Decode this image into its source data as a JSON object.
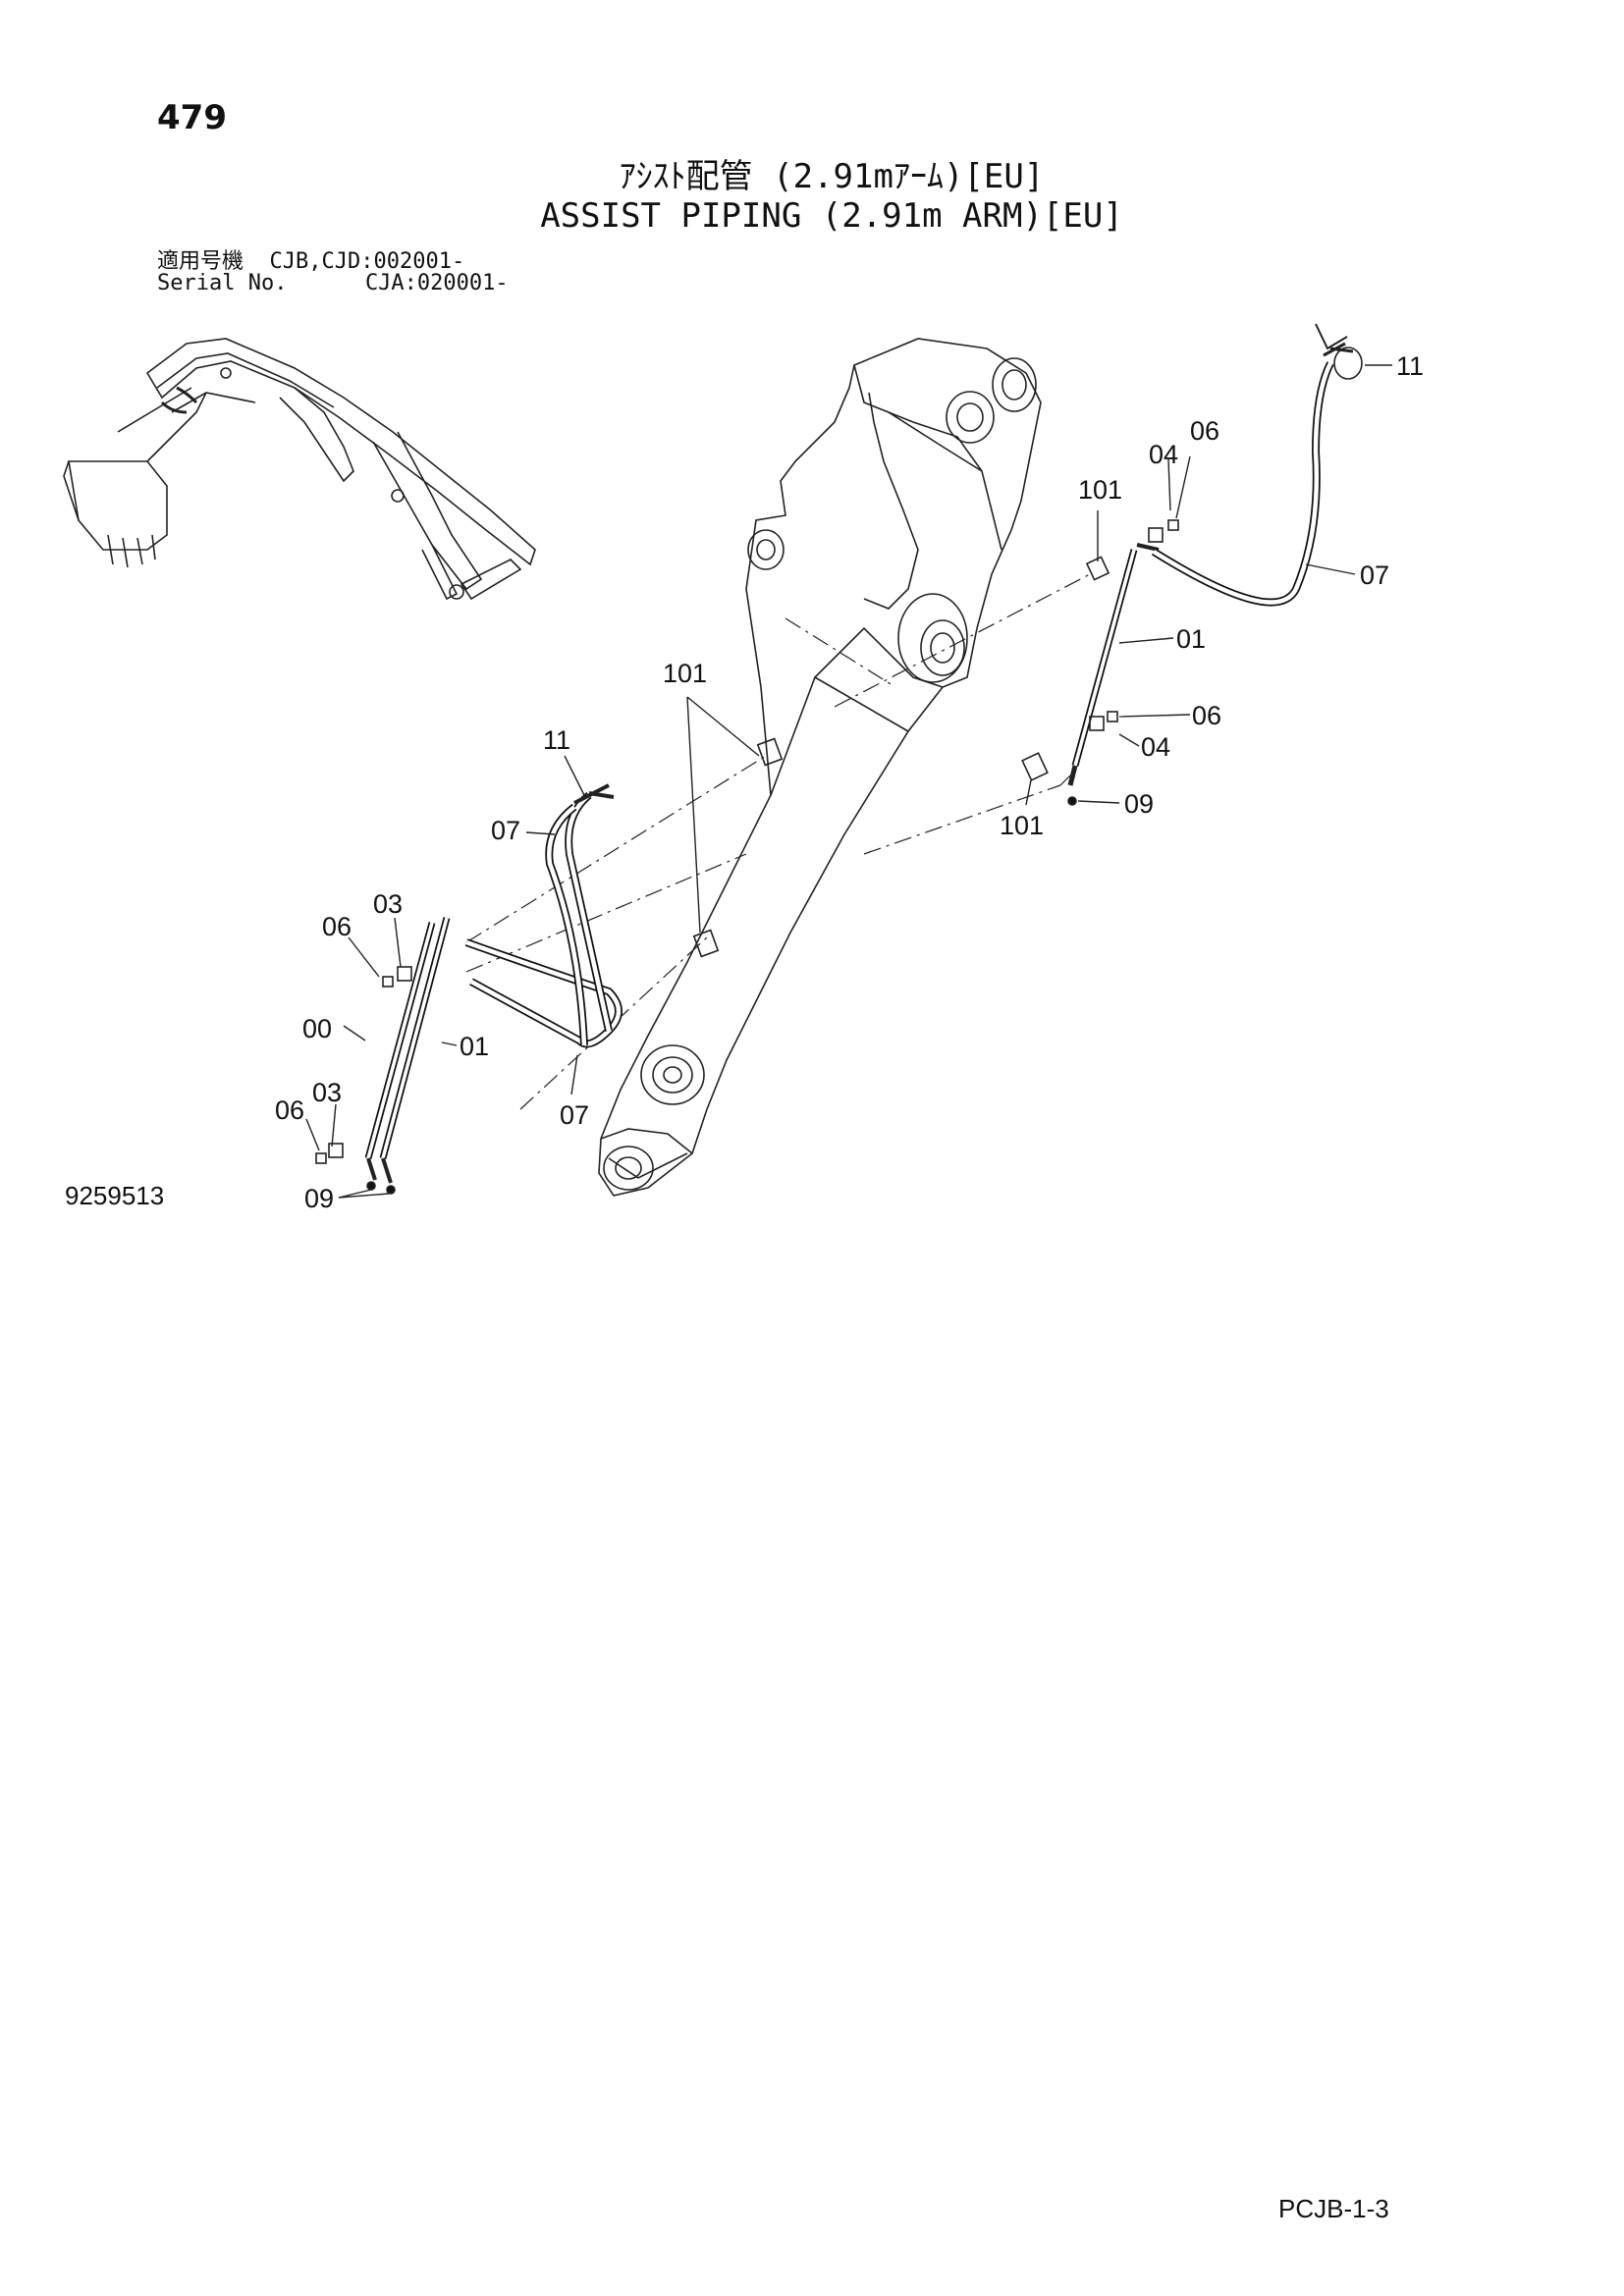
{
  "page_number": "479",
  "title_jp": "ｱｼｽﾄ配管 (2.91mｱｰﾑ)[EU]",
  "title_en": "ASSIST PIPING (2.91m ARM)[EU]",
  "applicability": {
    "label_jp": "適用号機",
    "value_1": "CJB,CJD:002001-",
    "label_en": "Serial No.",
    "value_2": "CJA:020001-"
  },
  "callouts": {
    "c11_top": "11",
    "c06_top": "06",
    "c04_top": "04",
    "c101_top": "101",
    "c07_right": "07",
    "c01_right": "01",
    "c06_mid": "06",
    "c04_mid": "04",
    "c101_center": "101",
    "c11_left": "11",
    "c07_left_top": "07",
    "c09_right": "09",
    "c101_right_low": "101",
    "c03_a": "03",
    "c06_a": "06",
    "c00": "00",
    "c01_left": "01",
    "c03_b": "03",
    "c06_b": "06",
    "c07_left_bottom": "07",
    "c09_left": "09"
  },
  "drawing_number": "9259513",
  "sheet_code": "PCJB-1-3"
}
